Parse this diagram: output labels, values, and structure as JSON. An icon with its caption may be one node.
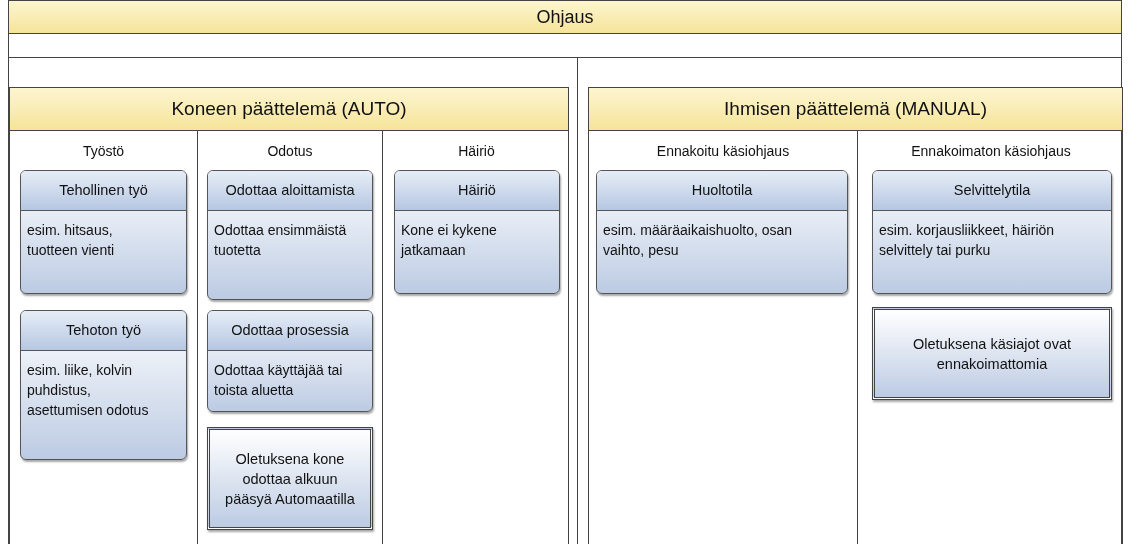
{
  "diagram": {
    "nodes": [
      {
        "text": [
          "Ohjaus"
        ]
      },
      {
        "text": [
          "Koneen päättelemä (AUTO)"
        ],
        "in": 0
      },
      {
        "text": [
          "Työstö"
        ],
        "in": 1
      },
      {
        "text": [
          "Tehollinen työ",
          "esim. hitsaus, tuotteen vienti"
        ],
        "in": 2
      },
      {
        "text": [
          "Tehoton työ",
          "esim. liike, kolvin puhdistus, asettumisen odotus"
        ],
        "in": 2
      },
      {
        "text": [
          "Odotus"
        ],
        "in": 1
      },
      {
        "text": [
          "Odottaa aloittamista",
          "Odottaa ensimmäistä tuotetta"
        ],
        "in": 5
      },
      {
        "text": [
          "Odottaa prosessia",
          "Odottaa käyttäjää tai toista aluetta"
        ],
        "in": 5
      },
      {
        "text": [
          "Oletuksena kone odottaa alkuun pääsyä Automaatilla"
        ],
        "in": 5
      },
      {
        "text": [
          "Häiriö"
        ],
        "in": 1
      },
      {
        "text": [
          "Häiriö",
          "Kone ei kykene jatkamaan"
        ],
        "in": 9
      },
      {
        "text": [
          "Ihmisen päättelemä (MANUAL)"
        ],
        "in": 0
      },
      {
        "text": [
          "Ennakoitu käsiohjaus"
        ],
        "in": 11
      },
      {
        "text": [
          "Huoltotila",
          "esim. määräaikaishuolto, osan vaihto, pesu"
        ],
        "in": 12
      },
      {
        "text": [
          "Ennakoimaton käsiohjaus"
        ],
        "in": 11
      },
      {
        "text": [
          "Selvittelytila",
          "esim. korjausliikkeet, häiriön selvittely tai purku"
        ],
        "in": 14
      },
      {
        "text": [
          "Oletuksena käsiajot ovat ennakoimattomia"
        ],
        "in": 14
      }
    ]
  }
}
